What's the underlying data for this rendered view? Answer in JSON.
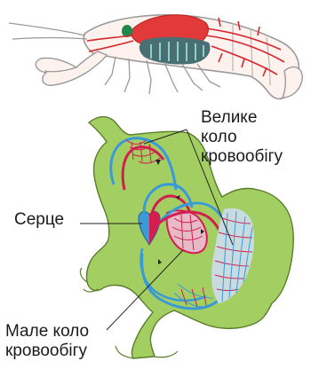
{
  "labels": {
    "great_circle": [
      "Велике",
      "коло",
      "кровообігу"
    ],
    "heart": "Серце",
    "small_circle": [
      "Мале коло",
      "кровообігу"
    ]
  },
  "colors": {
    "body_fill": "#a3cf62",
    "body_stroke": "#5a7d2c",
    "arterial": "#d31e4f",
    "venous": "#3a9ad8",
    "crayfish_outline": "#9a9a9a",
    "crayfish_vessels": "#d8252b",
    "crayfish_heart": "#1f8a4c",
    "crayfish_gills": "#1f6f7a",
    "leader_line": "#222222"
  }
}
